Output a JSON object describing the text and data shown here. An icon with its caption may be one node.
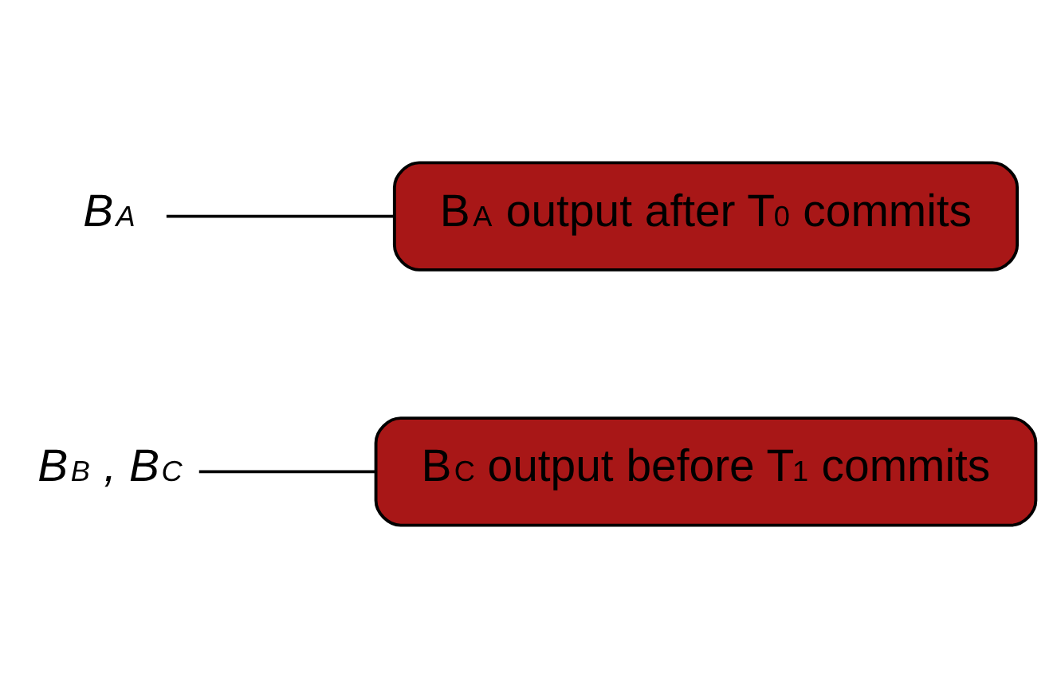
{
  "diagram": {
    "nodes": [
      {
        "text": [
          "B$_{C}$ output before T$_{1}$ commits"
        ]
      },
      {
        "text": [
          "B$_{B}$ , B$_{C}$"
        ]
      },
      {
        "text": [
          "B$_{A}$"
        ]
      },
      {
        "text": [
          "B$_{A}$ output after T$_{0}$ commits"
        ]
      }
    ],
    "edges": [
      {
        "from": 0,
        "to": 1,
        "arrow": "none"
      },
      {
        "from": 3,
        "to": 2,
        "arrow": "none"
      }
    ]
  }
}
